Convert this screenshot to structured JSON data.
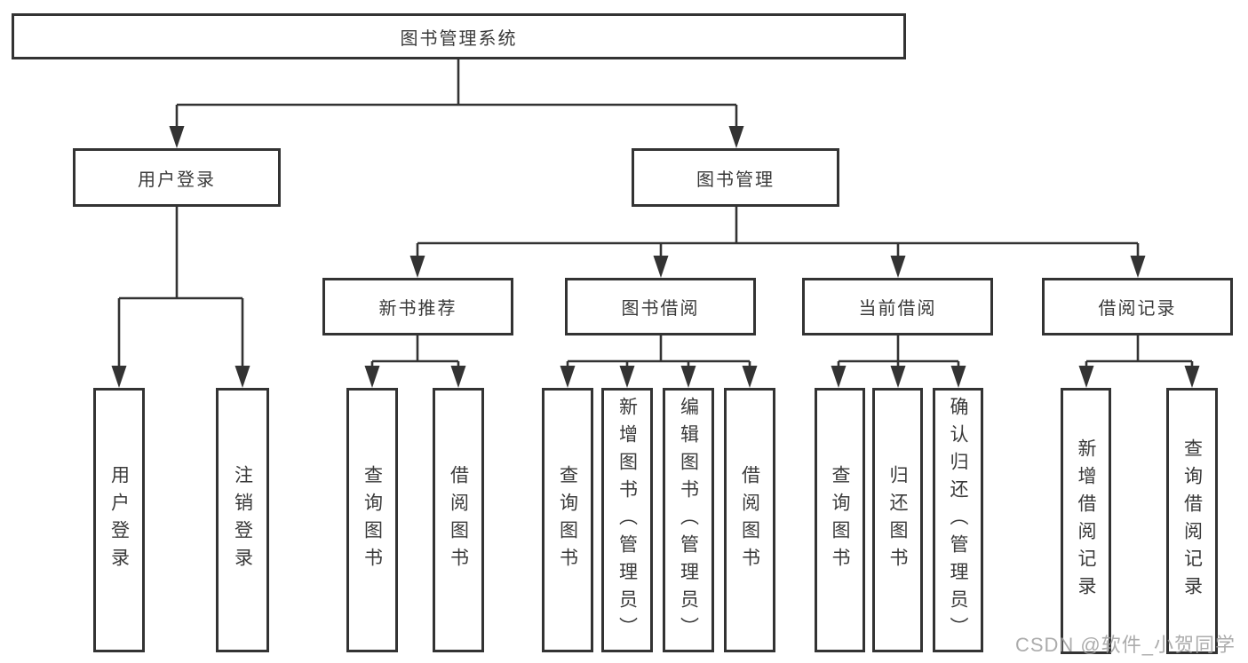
{
  "diagram": {
    "root": {
      "label": "图书管理系统"
    },
    "level1": [
      {
        "label": "用户登录"
      },
      {
        "label": "图书管理"
      }
    ],
    "level2": [
      {
        "label": "新书推荐"
      },
      {
        "label": "图书借阅"
      },
      {
        "label": "当前借阅"
      },
      {
        "label": "借阅记录"
      }
    ],
    "leaves": {
      "user_login": [
        "用户登录",
        "注销登录"
      ],
      "new_book_recommend": [
        "查询图书",
        "借阅图书"
      ],
      "book_borrow": [
        "查询图书",
        "新增图书（管理员）",
        "编辑图书（管理员）",
        "借阅图书"
      ],
      "current_borrow": [
        "查询图书",
        "归还图书",
        "确认归还（管理员）"
      ],
      "borrow_records": [
        "新增借阅记录",
        "查询借阅记录"
      ]
    }
  },
  "watermark": {
    "text": "CSDN @软件_小贺同学",
    "color": "#9e9e9e"
  },
  "colors": {
    "line": "#333333",
    "text": "#3a3a3a",
    "background": "#ffffff"
  }
}
